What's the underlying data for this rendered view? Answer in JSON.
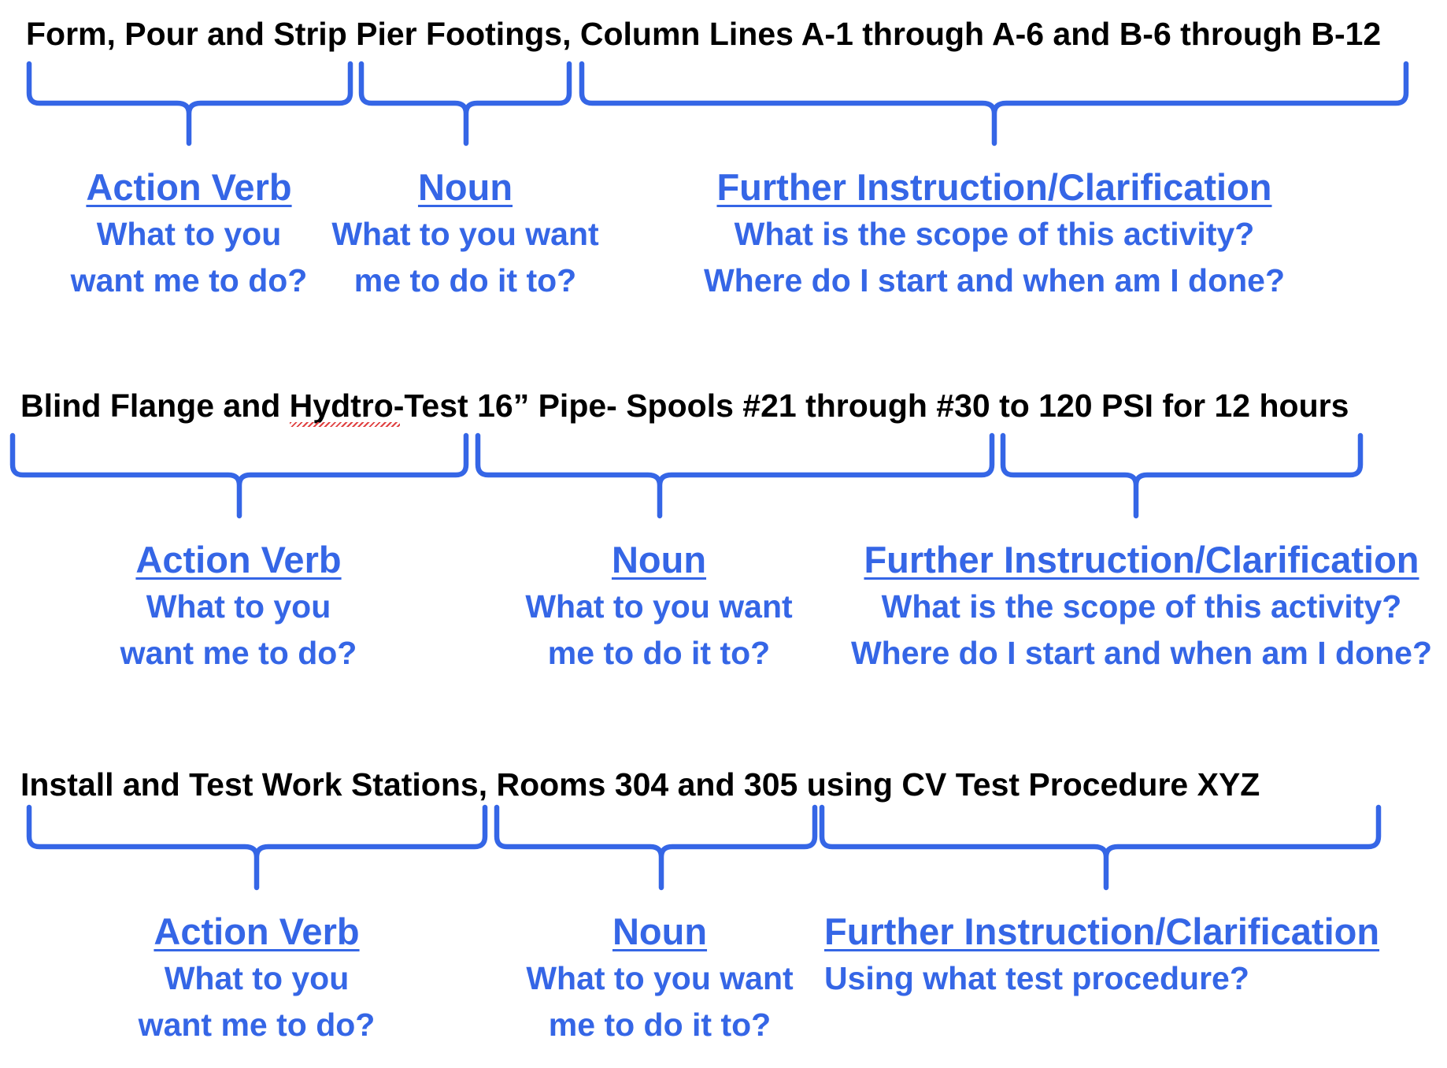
{
  "colors": {
    "text": "#000000",
    "accent": "#3566e6",
    "spellcheck": "#e04040"
  },
  "rows": [
    {
      "sentence": "Form, Pour and Strip Pier Footings, Column Lines A-1 through A-6 and B-6 through B-12",
      "labels": [
        {
          "title": "Action Verb",
          "line1": "What to you",
          "line2": "want me to do?"
        },
        {
          "title": "Noun",
          "line1": "What to you want",
          "line2": "me to do it to?"
        },
        {
          "title": "Further Instruction/Clarification",
          "line1": "What is the scope of this activity?",
          "line2": "Where do I start and when am I done?"
        }
      ]
    },
    {
      "sentence": "Blind Flange and Hydtro-Test 16” Pipe- Spools #21 through #30 to 120 PSI for 12 hours",
      "labels": [
        {
          "title": "Action Verb",
          "line1": "What to you",
          "line2": "want me to do?"
        },
        {
          "title": "Noun",
          "line1": "What to you want",
          "line2": "me to do it to?"
        },
        {
          "title": "Further Instruction/Clarification",
          "line1": "What is the scope of this activity?",
          "line2": "Where do I start and when am I done?"
        }
      ]
    },
    {
      "sentence": "Install and Test Work Stations, Rooms 304 and 305 using CV Test Procedure XYZ",
      "labels": [
        {
          "title": "Action Verb",
          "line1": "What to you",
          "line2": "want me to do?"
        },
        {
          "title": "Noun",
          "line1": "What to you want",
          "line2": "me to do it to?"
        },
        {
          "title": "Further Instruction/Clarification",
          "line1": "Using what test procedure?",
          "line2": ""
        }
      ]
    }
  ]
}
